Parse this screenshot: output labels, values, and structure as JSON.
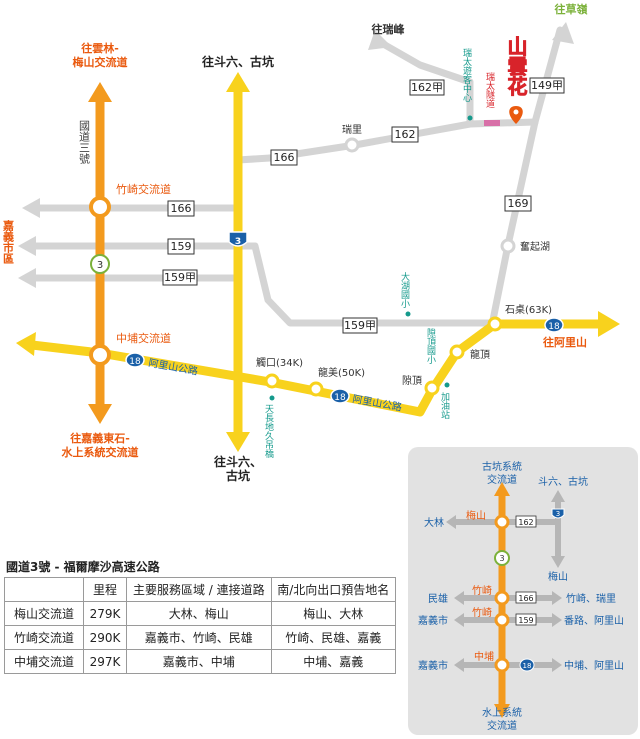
{
  "title": "山雲花",
  "directions": {
    "yunlin_meishan": "往雲林-梅山交流道",
    "douliu_gukeng_top": "往斗六、古坑",
    "douliu_gukeng_bottom": "往斗六、古坑",
    "ruifeng": "往瑞峰",
    "caoling": "往草嶺",
    "chiayi_city": "嘉義市區",
    "chiayi_east": "往嘉義東石-水上系統交流道",
    "alishan": "往阿里山"
  },
  "highway": {
    "name": "國道三號",
    "shield": "3",
    "mini_shield": "3"
  },
  "interchanges": {
    "zhuqi": "竹崎交流道",
    "zhongpu": "中埔交流道"
  },
  "provincial_road": {
    "shield": "18",
    "name": "阿里山公路"
  },
  "route_labels": {
    "r162a": "162甲",
    "r149a": "149甲",
    "r162": "162",
    "r166_upper": "166",
    "r166_left": "166",
    "r169": "169",
    "r159": "159",
    "r159a_left": "159甲",
    "r159a_bottom": "159甲"
  },
  "places": {
    "ruili": "瑞里",
    "ruitai_center": "瑞太遊客中心",
    "ruitai_trail": "瑞太隧道",
    "fenqihu": "奮起湖",
    "dahu_school": "大湖國小",
    "shizhuo": "石桌(63K)",
    "longding": "龍頂",
    "longding_school": "隙頂國小",
    "xiding": "隙頂",
    "gasstation": "加油站",
    "longmei": "龍美(50K)",
    "guanzi": "觸口(34K)",
    "tianchang": "天長地久吊橋"
  },
  "table": {
    "title": "國道3號 - 福爾摩沙高速公路",
    "headers": [
      "",
      "里程",
      "主要服務區域 / 連接道路",
      "南/北向出口預告地名"
    ],
    "rows": [
      [
        "梅山交流道",
        "279K",
        "大林、梅山",
        "梅山、大林"
      ],
      [
        "竹崎交流道",
        "290K",
        "嘉義市、竹崎、民雄",
        "竹崎、民雄、嘉義"
      ],
      [
        "中埔交流道",
        "297K",
        "嘉義市、中埔",
        "中埔、嘉義"
      ]
    ]
  },
  "inset": {
    "top": "古坑系統交流道",
    "bottom": "水上系統交流道",
    "douliu_gukeng": "斗六、古坑",
    "meishan_dir": "梅山",
    "meishan_ic": "梅山",
    "dalin": "大林",
    "minxiong": "民雄",
    "zhuqi_ic1": "竹崎",
    "zhuqi_ic2": "竹崎",
    "chiayi1": "嘉義市",
    "chiayi2": "嘉義市",
    "zhongpu_ic": "中埔",
    "zhuqi_ruili": "竹崎、瑞里",
    "fanlu_alishan": "番路、阿里山",
    "zhongpu_alishan": "中埔、阿里山",
    "s162": "162",
    "s3": "3",
    "s166": "166",
    "s159": "159",
    "s18": "18",
    "mini3": "3"
  },
  "colors": {
    "orange": "#f39a1e",
    "yellow": "#f8d21d",
    "gray": "#d4d4d4",
    "blue": "#1a60a8",
    "teal": "#159a8c",
    "red": "#d8232a",
    "orange_text": "#ea5a0f",
    "green_text": "#8cc23f"
  }
}
